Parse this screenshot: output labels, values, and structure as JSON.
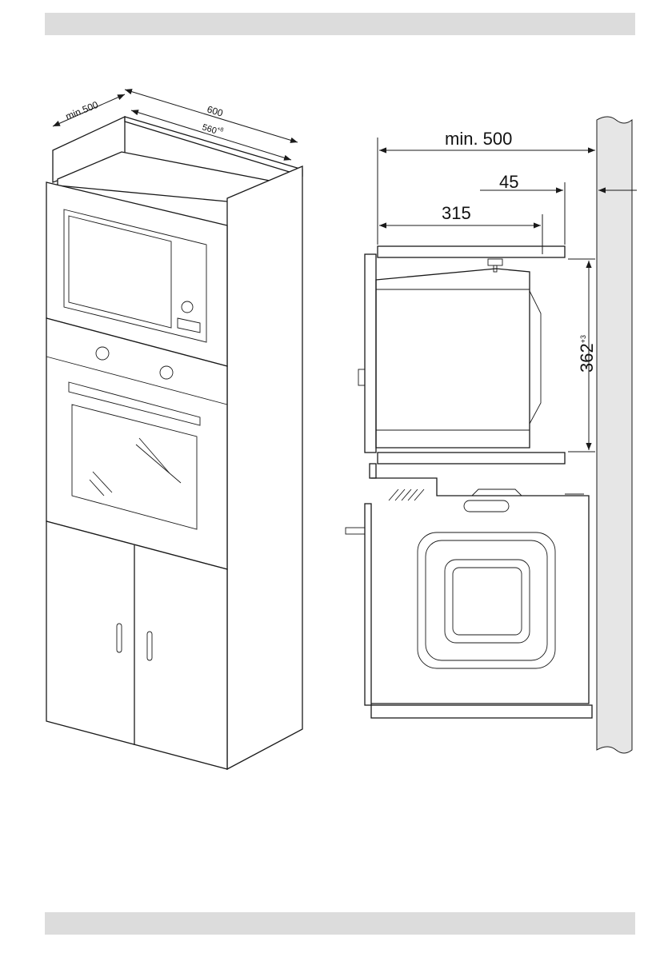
{
  "colors": {
    "band": "#dcdcdc",
    "line": "#1a1a1a",
    "wall": "#e6e6e6"
  },
  "cabinet_view": {
    "dim_depth": "min.500",
    "dim_width_outer": "600",
    "dim_width_inner": "560",
    "dim_width_inner_tol": "+8"
  },
  "side_view": {
    "dim_depth": "min. 500",
    "dim_gap": "45",
    "dim_unit_depth": "315",
    "dim_height": "362",
    "dim_height_tol": "+3"
  }
}
